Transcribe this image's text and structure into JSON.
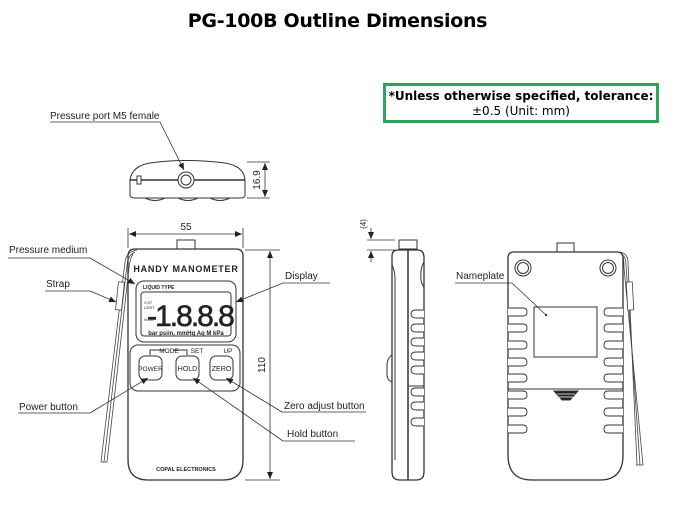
{
  "title": "PG-100B Outline Dimensions",
  "note": {
    "line1": "*Unless otherwise specified, tolerance:",
    "line2": "±0.5 (Unit: mm)",
    "border_color": "#2ea35a"
  },
  "callouts": {
    "pressure_port": "Pressure port M5 female",
    "pressure_medium": "Pressure medium",
    "strap": "Strap",
    "display": "Display",
    "power_button": "Power button",
    "zero_adjust_button": "Zero adjust button",
    "hold_button": "Hold button",
    "nameplate": "Nameplate"
  },
  "dimensions": {
    "thickness": "16.9",
    "width": "55",
    "height": "110",
    "port_protrusion": "(4)"
  },
  "device": {
    "brand_label": "HANDY MANOMETER",
    "lcd_type": "LIQUID TYPE",
    "lcd_digits": "-1.8.8.8",
    "lcd_units": "bar psiin, mmHg Aq  M kPa",
    "lcd_indicators": [
      "O.ST",
      "LIGHT",
      "HOLD"
    ],
    "mode_label": "MODE",
    "set_label": "SET",
    "up_label": "UP",
    "buttons": [
      "POWER",
      "HOLD",
      "ZERO"
    ],
    "manufacturer": "COPAL ELECTRONICS"
  }
}
